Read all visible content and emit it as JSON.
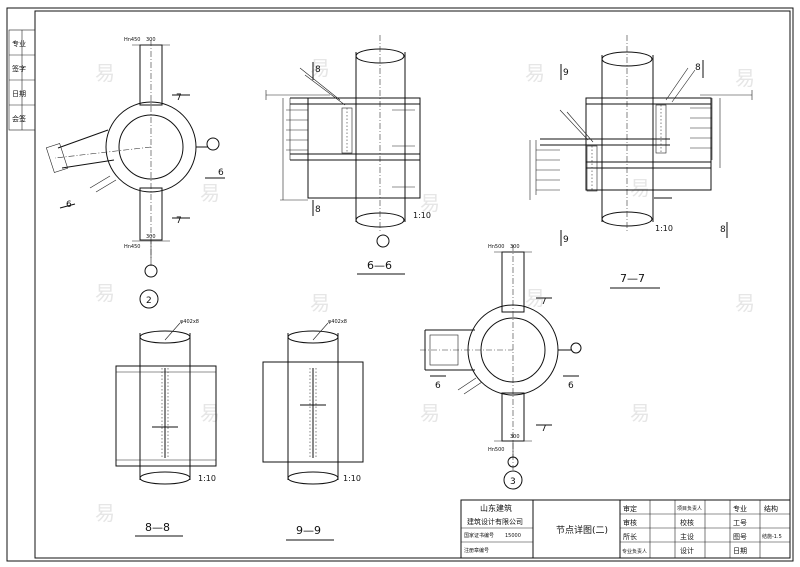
{
  "watermark": "易",
  "side_stamp": {
    "cells": [
      "专业",
      "签字",
      "日期",
      "会签"
    ]
  },
  "views": {
    "detail2": {
      "circle": "2",
      "section_left": "6",
      "section_right": "6",
      "mark_upper": "7",
      "mark_lower": "7",
      "dim_top_1": "Hn450",
      "dim_top_2": "300",
      "dim_bottom_1": "300",
      "dim_bottom_2": "Hn450"
    },
    "s66": {
      "title": "6—6",
      "mark_top": "8",
      "mark_bottom": "8",
      "ratio": "1:10"
    },
    "s77": {
      "title": "7—7",
      "mark_top": "9",
      "mark_bottom": "9",
      "mark_right": "8",
      "mark_right2": "8",
      "ratio": "1:10"
    },
    "detail3": {
      "circle": "3",
      "section_left": "6",
      "section_right": "6",
      "mark_upper": "7",
      "mark_lower": "7",
      "dim_top_1": "Hn500",
      "dim_top_2": "300",
      "dim_bottom_1": "300",
      "dim_bottom_2": "Hn500"
    },
    "s88": {
      "title": "8—8",
      "ratio": "1:10",
      "dim": "φ402x8"
    },
    "s99": {
      "title": "9—9",
      "ratio": "1:10",
      "dim": "φ402x8"
    }
  },
  "title_block": {
    "company_line1": "山东建筑",
    "company_line2": "建筑设计有限公司",
    "cert_label": "国家证书编号",
    "cert_no": "15000",
    "seal_label": "注册章编号",
    "drawing_title": "节点详图(二)",
    "rows": [
      [
        "审定",
        "",
        "项目负责人",
        "",
        "专业",
        "结构"
      ],
      [
        "审核",
        "",
        "校核",
        "",
        "工号",
        ""
      ],
      [
        "所长",
        "",
        "主设",
        "",
        "图号",
        "结施-1.5"
      ],
      [
        "专业负责人",
        "",
        "设计",
        "",
        "日期",
        ""
      ]
    ]
  },
  "colors": {
    "line": "#111111",
    "watermark": "#e6e6e6"
  }
}
